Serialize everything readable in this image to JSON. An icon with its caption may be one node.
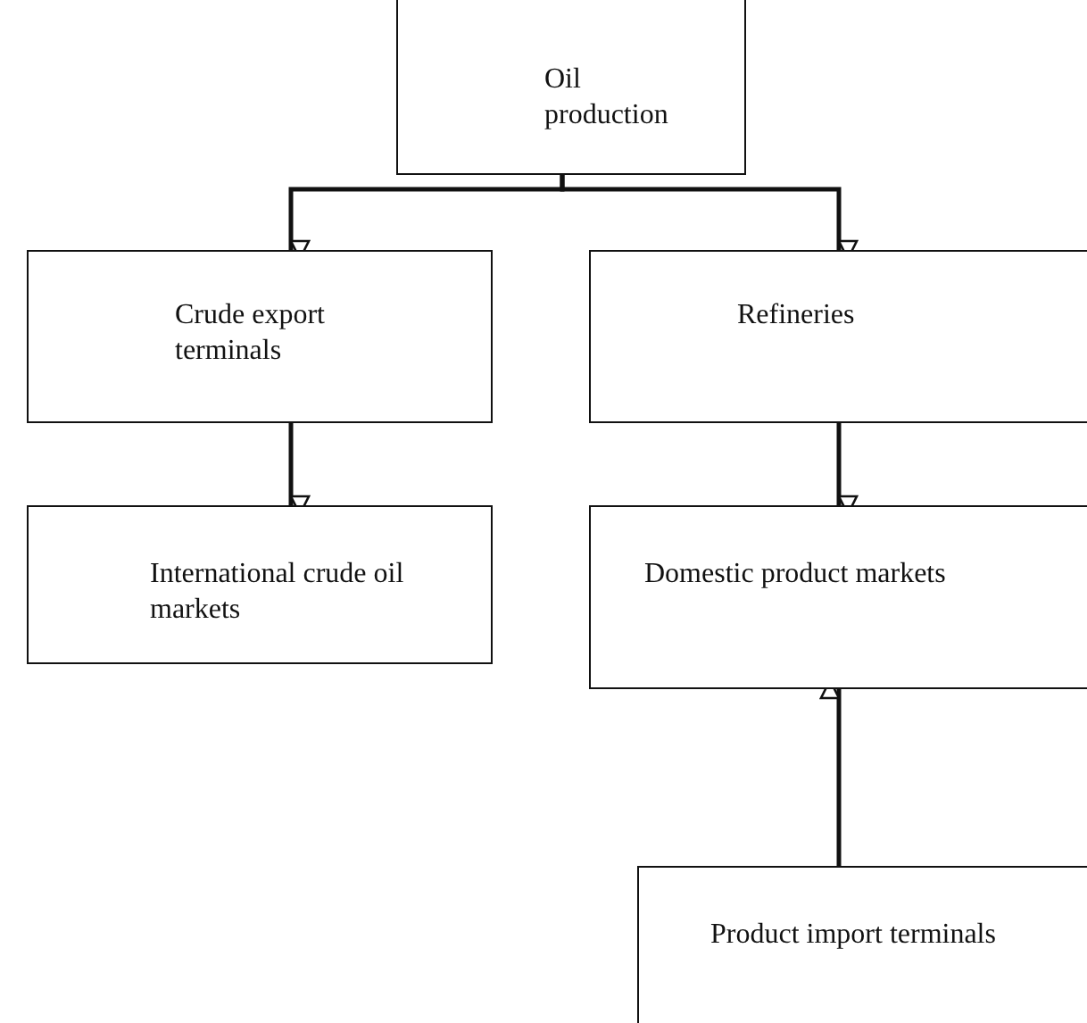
{
  "diagram": {
    "nodes": [
      {
        "text": [
          "Oil production"
        ]
      },
      {
        "text": [
          "Crude export terminals"
        ]
      },
      {
        "text": [
          "Refineries"
        ]
      },
      {
        "text": [
          "International crude oil markets"
        ]
      },
      {
        "text": [
          "Domestic product markets"
        ]
      },
      {
        "text": [
          "Product import terminals"
        ]
      }
    ],
    "edges": [
      {
        "from": 0,
        "to": 1,
        "arrow": "to"
      },
      {
        "from": 0,
        "to": 2,
        "arrow": "to"
      },
      {
        "from": 1,
        "to": 3,
        "arrow": "to"
      },
      {
        "from": 2,
        "to": 4,
        "arrow": "to"
      },
      {
        "from": 5,
        "to": 4,
        "arrow": "to"
      }
    ]
  }
}
